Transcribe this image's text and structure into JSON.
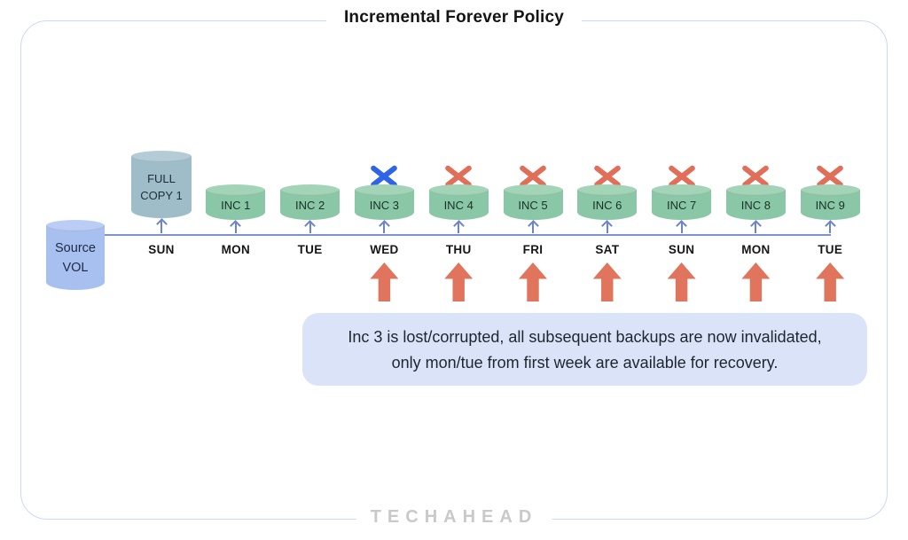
{
  "title": "Incremental Forever Policy",
  "watermark": "TECHAHEAD",
  "source_volume": {
    "label": "Source VOL"
  },
  "note": {
    "line1": "Inc 3 is lost/corrupted, all subsequent backups are now invalidated,",
    "line2": "only mon/tue from first week are available for recovery."
  },
  "colors": {
    "frame_border": "#cbd9f1",
    "timeline_line": "#7d92d2",
    "connector_arrow": "#6c83d4",
    "incremental_body": "#8ac7a6",
    "incremental_top": "#a3d4b8",
    "full_copy_body": "#9fbcc9",
    "full_copy_top": "#b3ccd6",
    "source_body": "#a8c0f0",
    "source_top": "#bccdf5",
    "cross_blue": "#2f63e8",
    "cross_red": "#e06e59",
    "recovery_arrow": "#e0745c",
    "note_bg": "#dbe3f8",
    "watermark_gray": "#c9c9c9"
  },
  "timeline": {
    "columns": [
      {
        "day": "SUN",
        "backup": "FULL COPY 1",
        "type": "full",
        "cross": null,
        "recovery_arrow": false
      },
      {
        "day": "MON",
        "backup": "INC 1",
        "type": "incremental",
        "cross": null,
        "recovery_arrow": false
      },
      {
        "day": "TUE",
        "backup": "INC 2",
        "type": "incremental",
        "cross": null,
        "recovery_arrow": false
      },
      {
        "day": "WED",
        "backup": "INC 3",
        "type": "incremental",
        "cross": "blue",
        "recovery_arrow": true
      },
      {
        "day": "THU",
        "backup": "INC 4",
        "type": "incremental",
        "cross": "red",
        "recovery_arrow": true
      },
      {
        "day": "FRI",
        "backup": "INC 5",
        "type": "incremental",
        "cross": "red",
        "recovery_arrow": true
      },
      {
        "day": "SAT",
        "backup": "INC 6",
        "type": "incremental",
        "cross": "red",
        "recovery_arrow": true
      },
      {
        "day": "SUN",
        "backup": "INC 7",
        "type": "incremental",
        "cross": "red",
        "recovery_arrow": true
      },
      {
        "day": "MON",
        "backup": "INC 8",
        "type": "incremental",
        "cross": "red",
        "recovery_arrow": true
      },
      {
        "day": "TUE",
        "backup": "INC 9",
        "type": "incremental",
        "cross": "red",
        "recovery_arrow": true
      }
    ]
  }
}
